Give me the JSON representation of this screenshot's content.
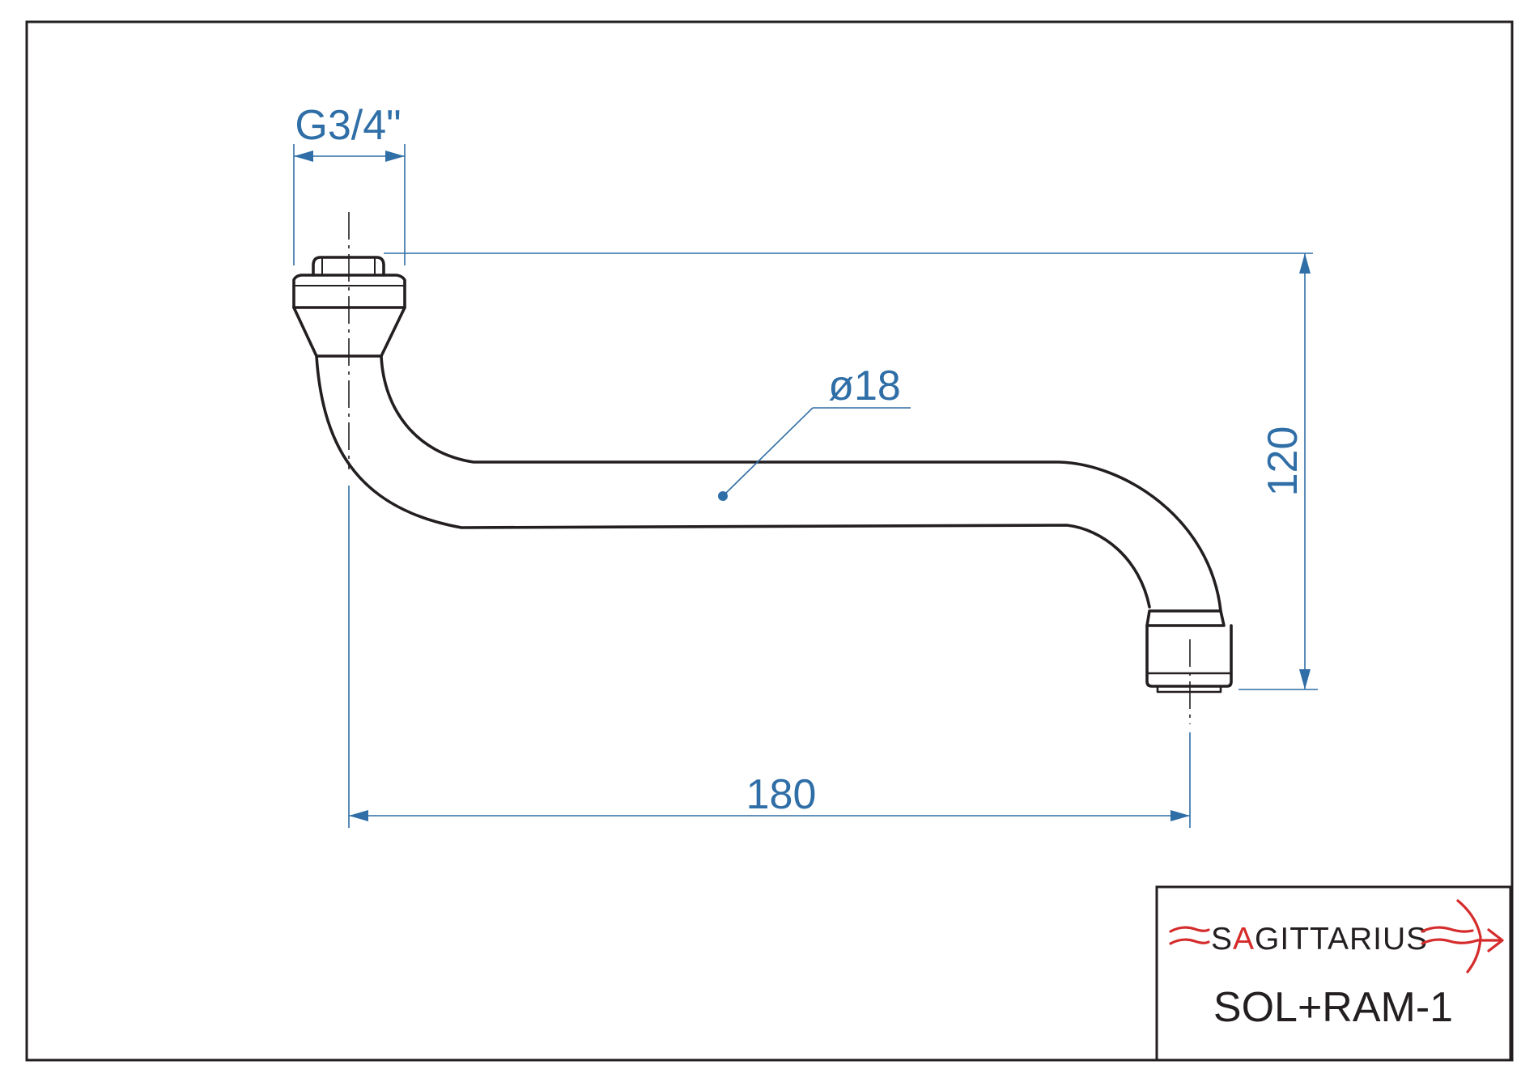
{
  "dimensions": {
    "thread": "G3/4\"",
    "diameter": "ø18",
    "height": "120",
    "length": "180"
  },
  "title_block": {
    "brand_prefix": "S",
    "brand_accent": "A",
    "brand_suffix": "GITTARIUS",
    "model": "SOL+RAM-1"
  },
  "colors": {
    "outline": "#231f20",
    "dimension": "#2f6ea6",
    "brand_accent": "#d52b2b"
  },
  "icons": {
    "logo": "sagittarius-arrow-logo-icon"
  }
}
